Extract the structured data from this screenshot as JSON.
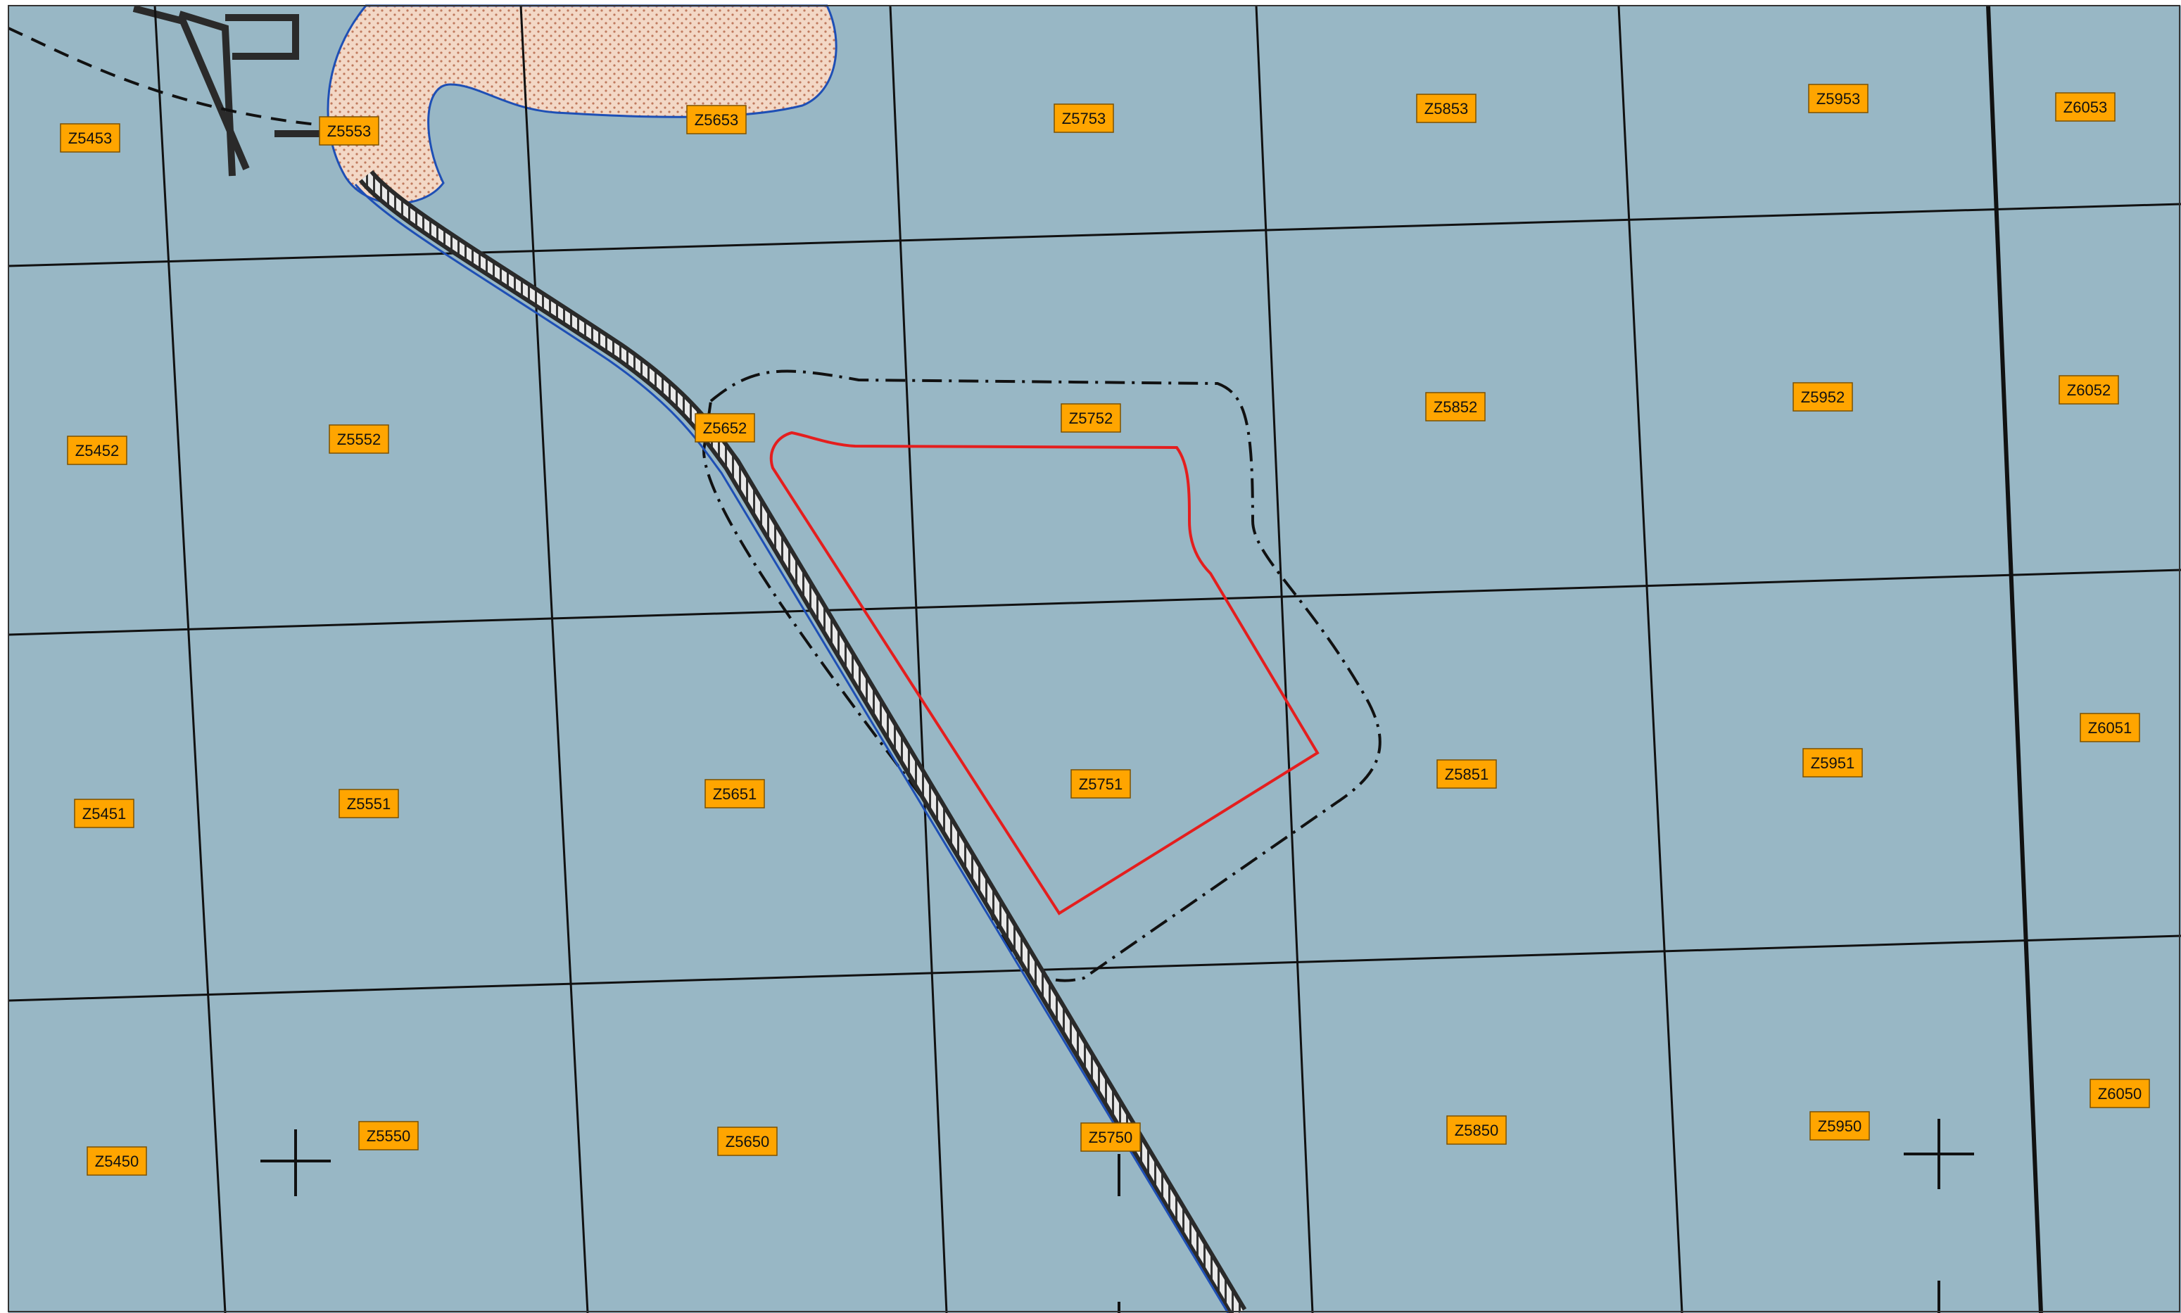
{
  "colors": {
    "sea": "#98b7c5",
    "land": "#f3d8c6",
    "land_dots": "#c07a5e",
    "label_fill": "#ffa500",
    "label_text": "#111111",
    "grid_line": "#111111",
    "boundary": "#e41e1e",
    "dashed_outline": "#111111",
    "causeway": "#2a2a2a",
    "shoreline": "#1e4fb5"
  },
  "grid_labels": [
    "Z5453",
    "Z5553",
    "Z5653",
    "Z5753",
    "Z5853",
    "Z5953",
    "Z6053",
    "Z5452",
    "Z5552",
    "Z5652",
    "Z5752",
    "Z5852",
    "Z5952",
    "Z6052",
    "Z5451",
    "Z5551",
    "Z5651",
    "Z5751",
    "Z5851",
    "Z5951",
    "Z6051",
    "Z5450",
    "Z5550",
    "Z5650",
    "Z5750",
    "Z5850",
    "Z5950",
    "Z6050"
  ]
}
